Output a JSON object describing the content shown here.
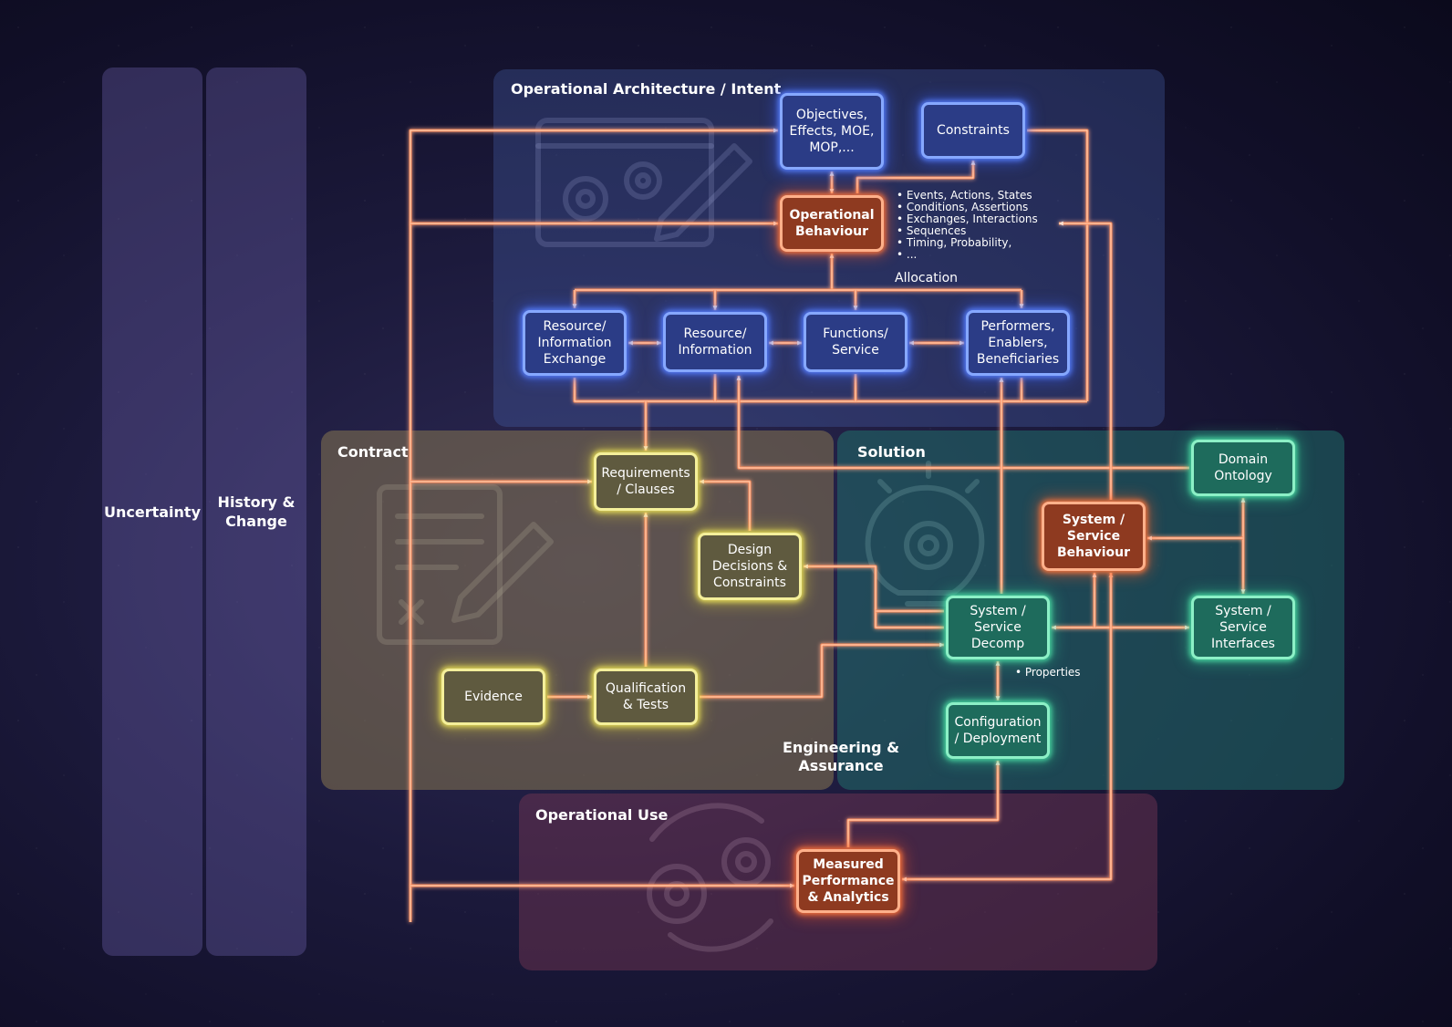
{
  "columns": {
    "uncertainty": "Uncertainty",
    "history": "History &\nChange"
  },
  "regions": {
    "operational_architecture": "Operational Architecture / Intent",
    "contract": "Contract",
    "solution": "Solution",
    "engineering_assurance": "Engineering &\nAssurance",
    "operational_use": "Operational Use"
  },
  "nodes": {
    "objectives": "Objectives,\nEffects, MOE,\nMOP,...",
    "constraints": "Constraints",
    "operational_behaviour": "Operational\nBehaviour",
    "resource_info_exchange": "Resource/\nInformation\nExchange",
    "resource_info": "Resource/\nInformation",
    "functions_service": "Functions/\nService",
    "performers": "Performers,\nEnablers,\nBeneficiaries",
    "requirements": "Requirements\n/ Clauses",
    "design_decisions": "Design\nDecisions &\nConstraints",
    "evidence": "Evidence",
    "qualification": "Qualification\n& Tests",
    "domain_ontology": "Domain\nOntology",
    "system_behaviour": "System /\nService\nBehaviour",
    "system_decomp": "System /\nService\nDecomp",
    "system_interfaces": "System /\nService\nInterfaces",
    "configuration": "Configuration\n/ Deployment",
    "measured_performance": "Measured\nPerformance\n& Analytics"
  },
  "behaviour_notes": [
    "• Events, Actions, States",
    "• Conditions, Assertions",
    "• Exchanges, Interactions",
    "• Sequences",
    "• Timing, Probability,",
    "• ..."
  ],
  "labels": {
    "allocation": "Allocation",
    "properties": "• Properties"
  },
  "colors": {
    "connector": "#ff8a57",
    "connector_core": "#ffd9c4",
    "blue_border": "#86a8ff",
    "orange_border": "#ffb08a",
    "yellow_border": "#f4ef9a",
    "green_border": "#8cf0c6"
  }
}
